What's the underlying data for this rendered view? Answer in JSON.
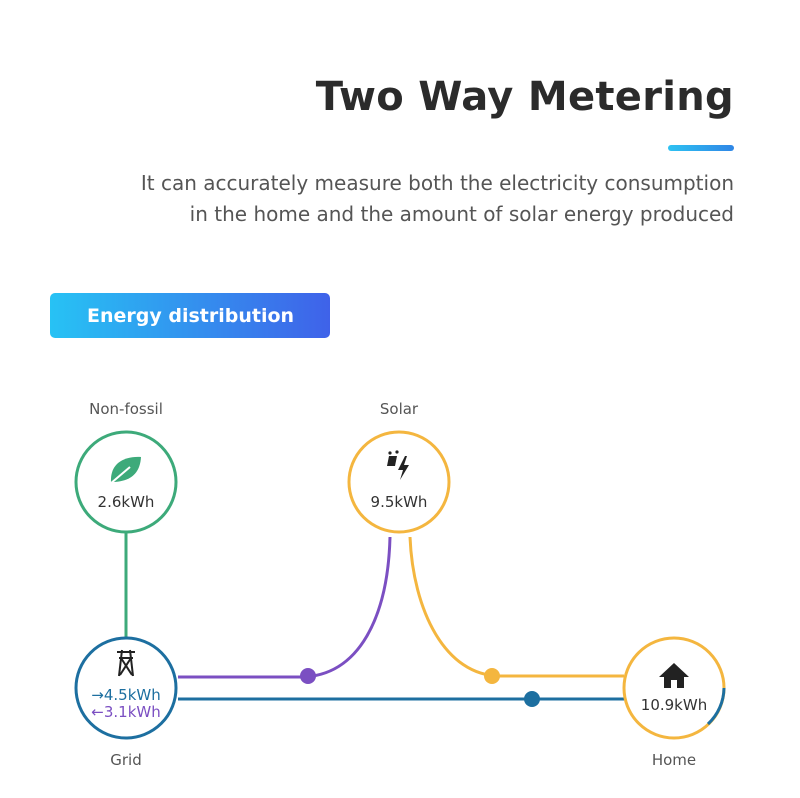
{
  "header": {
    "title": "Two Way Metering",
    "subtitle_line1": "It can accurately measure both the electricity consumption",
    "subtitle_line2": "in the home and the amount of solar energy produced"
  },
  "section": {
    "label": "Energy distribution"
  },
  "nodes": {
    "nonfossil": {
      "label": "Non-fossil",
      "value": "2.6kWh",
      "icon": "leaf-icon",
      "color": "#3daa7a"
    },
    "solar": {
      "label": "Solar",
      "value": "9.5kWh",
      "icon": "solar-panel-bolt-icon",
      "color": "#f4b63f"
    },
    "grid": {
      "label": "Grid",
      "import_value": "→4.5kWh",
      "export_value": "←3.1kWh",
      "icon": "power-tower-icon",
      "color": "#1d6fa0"
    },
    "home": {
      "label": "Home",
      "value": "10.9kWh",
      "icon": "house-icon",
      "color": "#f4b63f"
    }
  },
  "flows": {
    "solar_to_grid": "#7b4fc2",
    "solar_to_home": "#f4b63f",
    "grid_to_home": "#1d6fa0",
    "nonfossil_to_grid": "#3daa7a"
  }
}
